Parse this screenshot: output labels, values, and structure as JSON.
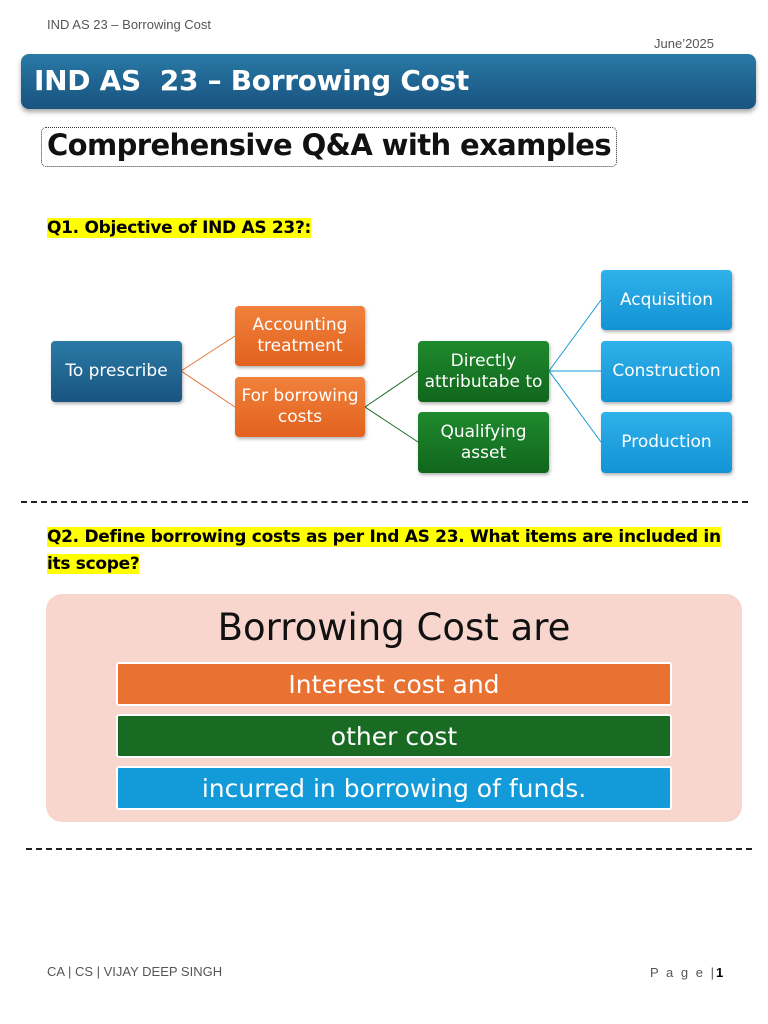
{
  "header": {
    "left_text": "IND AS 23 – Borrowing Cost",
    "date": "June’2025"
  },
  "title": "IND AS  23 – Borrowing Cost",
  "subtitle": "Comprehensive Q&A with examples",
  "q1": {
    "question": "Q1. Objective of IND AS 23?:",
    "diagram": {
      "root": "To prescribe",
      "level1": [
        "Accounting treatment",
        "For borrowing costs"
      ],
      "level2": [
        "Directly attributabe to",
        "Qualifying asset"
      ],
      "level3": [
        "Acquisition",
        "Construction",
        "Production"
      ],
      "colors": {
        "root": "#1f6390",
        "level1": "#e97132",
        "level2": "#196b24",
        "level3": "#139ad8"
      }
    }
  },
  "q2": {
    "question": "Q2. Define borrowing costs as per Ind AS 23. What items are included in its scope?",
    "panel_title": "Borrowing Cost are",
    "items": [
      "Interest cost and",
      "other cost",
      "incurred in borrowing of funds."
    ],
    "colors": {
      "panel": "#f8d6ce",
      "items": [
        "#e97132",
        "#196b24",
        "#139ad8"
      ]
    }
  },
  "footer": {
    "author": "CA | CS | VIJAY DEEP SINGH",
    "page_label": "P a g e |",
    "page_number": "1"
  }
}
